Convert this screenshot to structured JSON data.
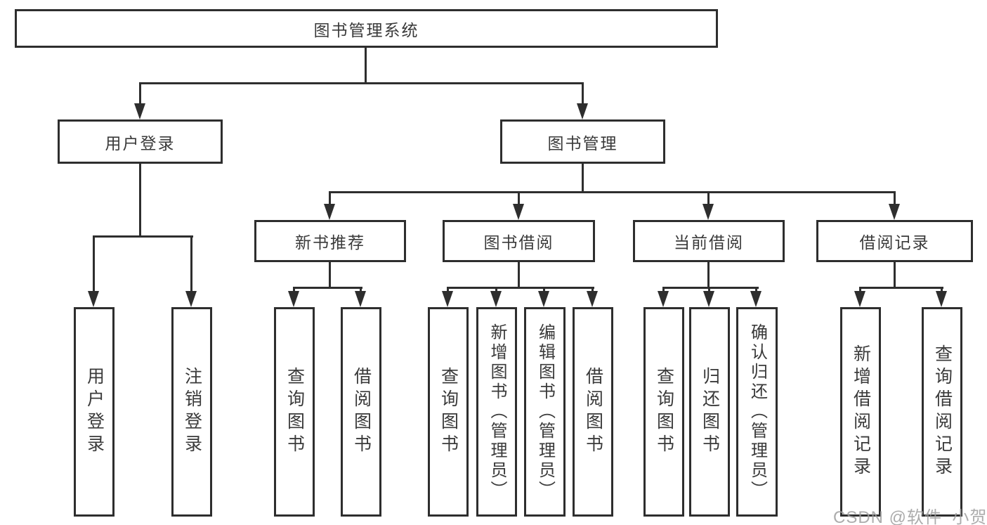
{
  "diagram": {
    "title": "图书管理系统",
    "level2": {
      "user_login": "用户登录",
      "book_management": "图书管理"
    },
    "level3": {
      "new_book_recommend": "新书推荐",
      "book_borrow": "图书借阅",
      "current_borrow": "当前借阅",
      "borrow_records": "借阅记录"
    },
    "leaves": {
      "user_login_children": [
        "用户登录",
        "注销登录"
      ],
      "new_book_children": [
        "查询图书",
        "借阅图书"
      ],
      "book_borrow_children": [
        "查询图书",
        "新增图书（管理员）",
        "编辑图书（管理员）",
        "借阅图书"
      ],
      "current_borrow_children": [
        "查询图书",
        "归还图书",
        "确认归还（管理员）"
      ],
      "borrow_record_children": [
        "新增借阅记录",
        "查询借阅记录"
      ]
    }
  },
  "watermark": "CSDN @软件_小贺同学",
  "colors": {
    "line": "#2e2e2e",
    "text": "#3a3a3a",
    "watermark": "#9e9e9e",
    "background": "#ffffff"
  }
}
